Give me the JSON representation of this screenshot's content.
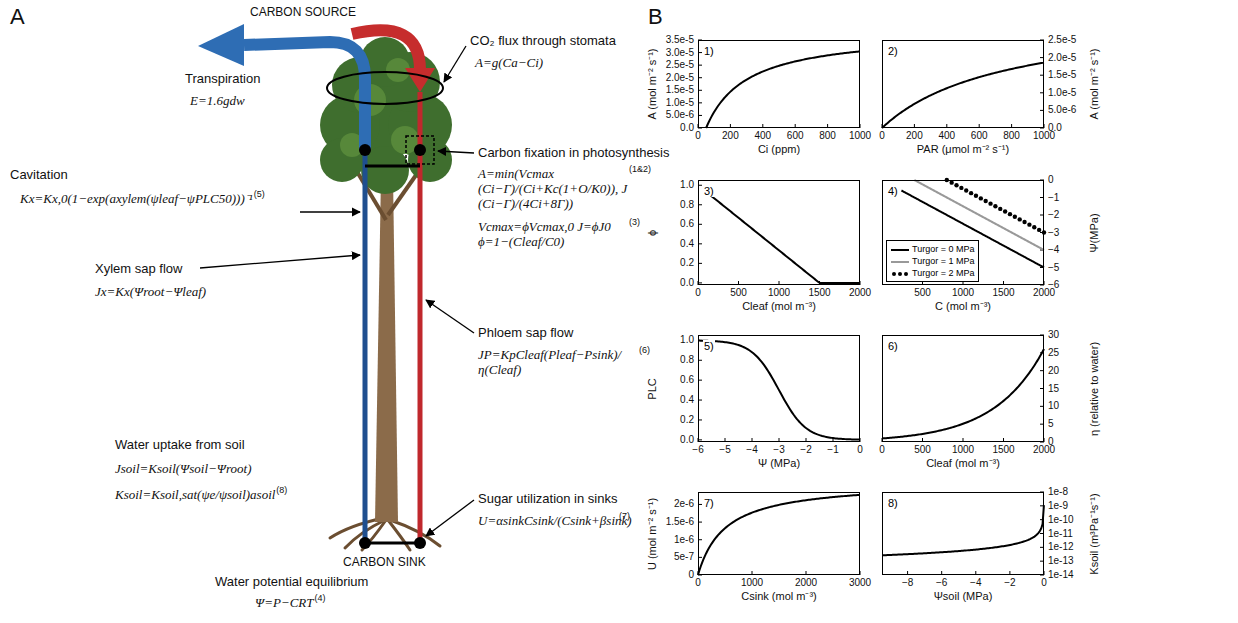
{
  "diagram": {
    "nodes": [
      {
        "text": [
          "1)"
        ]
      },
      {
        "text": [
          "2)"
        ]
      },
      {
        "text": [
          "3)"
        ]
      },
      {
        "text": [
          "4)"
        ]
      },
      {
        "text": [
          "5)"
        ]
      },
      {
        "text": [
          "6)"
        ]
      },
      {
        "text": [
          "7)"
        ]
      },
      {
        "text": [
          "8)"
        ]
      }
    ],
    "labels": [
      "A",
      "CARBON SOURCE",
      "Transpiration",
      "E=1.6gdw",
      "CO₂ flux through stomata",
      "A=g(Ca−Ci)",
      "Carbon fixation in photosynthesis",
      "A=min(Vcmax (Ci−Γ)/(Ci+Kc(1+O/K0)), J (Ci−Γ)/(4Ci+8Γ))",
      "(1&2)",
      "Vcmax=ϕVcmax,0 J=ϕJ0 ϕ=1−(Cleaf/C0)",
      "(3)",
      "Cavitation",
      "Kx=Kx,0(1−exp(axylem(ψleaf−ψPLC50)))⁻¹",
      "(5)",
      "Xylem sap flow",
      "Jx=Kx(Ψroot−Ψleaf)",
      "Phloem sap flow",
      "JP=KpCleaf(Pleaf−Psink)/η(Cleaf)",
      "(6)",
      "Water uptake from soil",
      "Jsoil=Ksoil(Ψsoil−Ψroot)",
      "Ksoil=Ksoil,sat(ψe/ψsoil)asoil",
      "(8)",
      "CARBON SINK",
      "Sugar utilization in sinks",
      "U=αsinkCsink/(Csink+βsink)",
      "(7)",
      "Water potential equilibrium",
      "Ψ=P−CRT",
      "(4)",
      "B",
      "0.0",
      "5.0e-6",
      "1.0e-5",
      "1.5e-5",
      "2.0e-5",
      "2.5e-5",
      "3.0e-5",
      "3.5e-5",
      "0",
      "200",
      "400",
      "600",
      "800",
      "1000",
      "Ci (ppm)",
      "A (mol m⁻² s⁻¹)",
      "0.0",
      "5.0e-6",
      "1.0e-5",
      "1.5e-5",
      "2.0e-5",
      "2.5e-5",
      "0",
      "200",
      "400",
      "600",
      "800",
      "1000",
      "PAR (μmol m⁻² s⁻¹)",
      "A (mol m⁻² s⁻¹)",
      "0.0",
      "0.2",
      "0.4",
      "0.6",
      "0.8",
      "1.0",
      "0",
      "500",
      "1000",
      "1500",
      "2000",
      "Cleaf (mol m⁻³)",
      "ϕ",
      "−6",
      "−5",
      "−4",
      "−3",
      "−2",
      "−1",
      "0",
      "500",
      "1000",
      "1500",
      "2000",
      "C (mol m⁻³)",
      "Ψ(MPa)",
      "0.0",
      "0.2",
      "0.4",
      "0.6",
      "0.8",
      "1.0",
      "−6",
      "−5",
      "−4",
      "−3",
      "−2",
      "−1",
      "0",
      "Ψ (MPa)",
      "PLC",
      "0",
      "5",
      "10",
      "15",
      "20",
      "25",
      "30",
      "0",
      "500",
      "1000",
      "1500",
      "2000",
      "Cleaf (mol m⁻³)",
      "η (relative to water)",
      "0",
      "5e-7",
      "1e-6",
      "1.5e-6",
      "2e-6",
      "0",
      "1000",
      "2000",
      "3000",
      "Csink (mol m⁻³)",
      "U (mol m⁻² s⁻¹)",
      "1e-14",
      "1e-13",
      "1e-12",
      "1e-11",
      "1e-10",
      "1e-9",
      "1e-8",
      "−8",
      "−6",
      "−4",
      "−2",
      "0",
      "Ψsoil (MPa)",
      "Ksoil (m³Pa⁻¹s⁻¹)"
    ],
    "legend": [
      {
        "text": "Turgor = 0 MPa"
      },
      {
        "text": "Turgor = 1 MPa"
      },
      {
        "text": "Turgor = 2 MPa"
      }
    ]
  }
}
